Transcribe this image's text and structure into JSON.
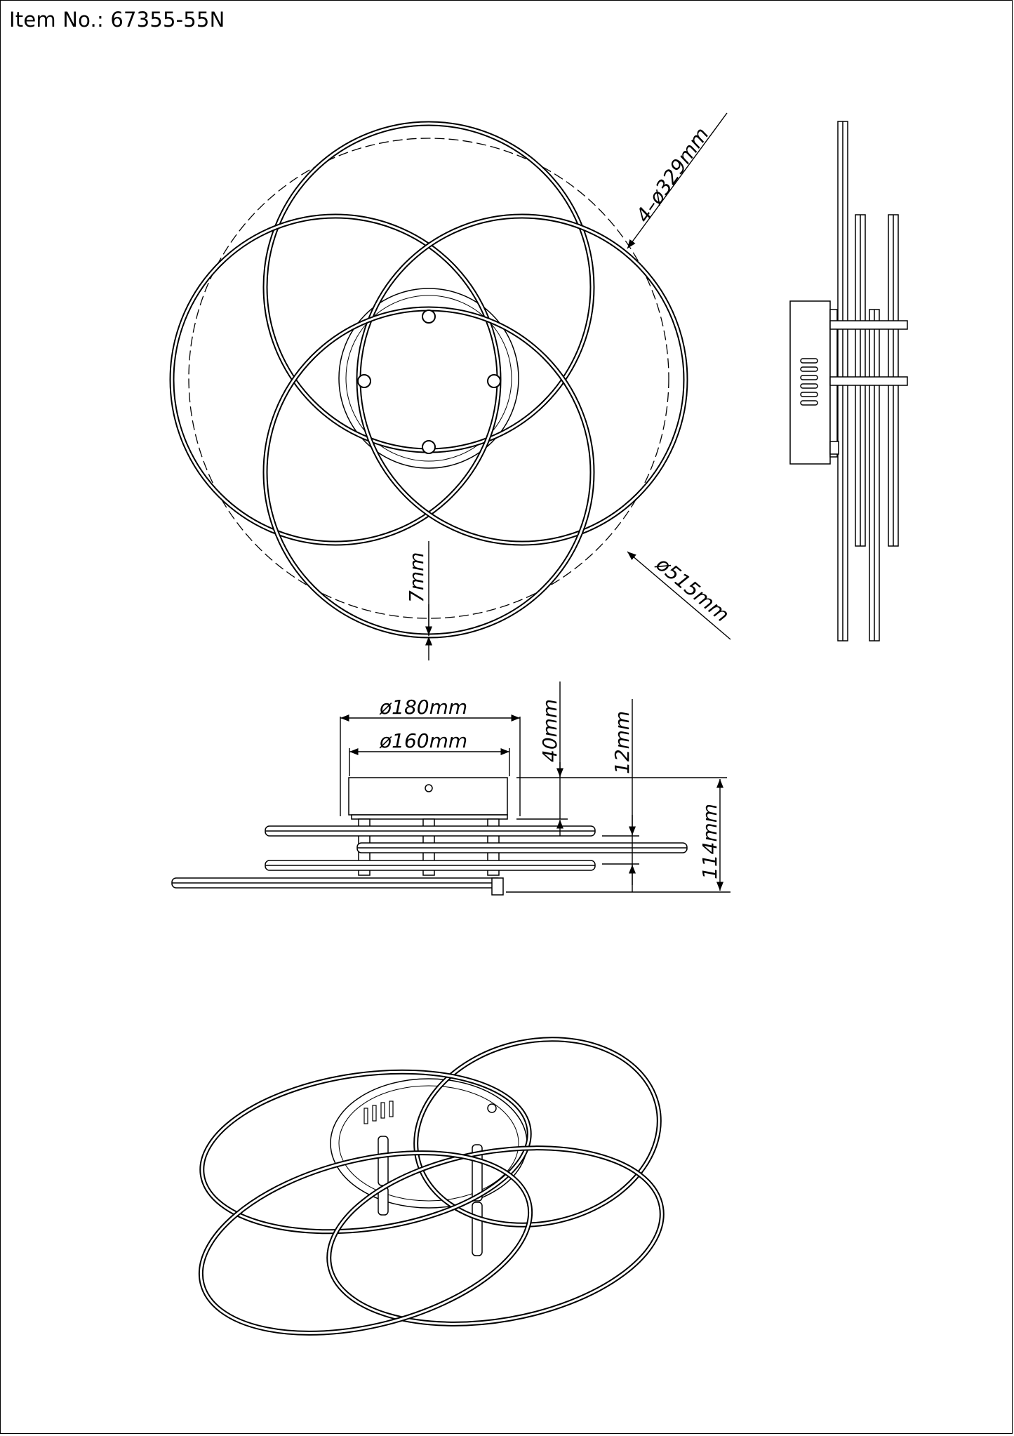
{
  "sheet": {
    "item_label": "Item No.: 67355-55N"
  },
  "dimensions": {
    "ring_diameter": "4–ø329mm",
    "overall_diameter": "ø515mm",
    "ring_gap": "7mm",
    "canopy_outer": "ø180mm",
    "canopy_inner": "ø160mm",
    "canopy_height": "40mm",
    "ring_spacing": "12mm",
    "total_height": "114mm"
  },
  "colors": {
    "line": "#000000",
    "background": "#ffffff"
  }
}
